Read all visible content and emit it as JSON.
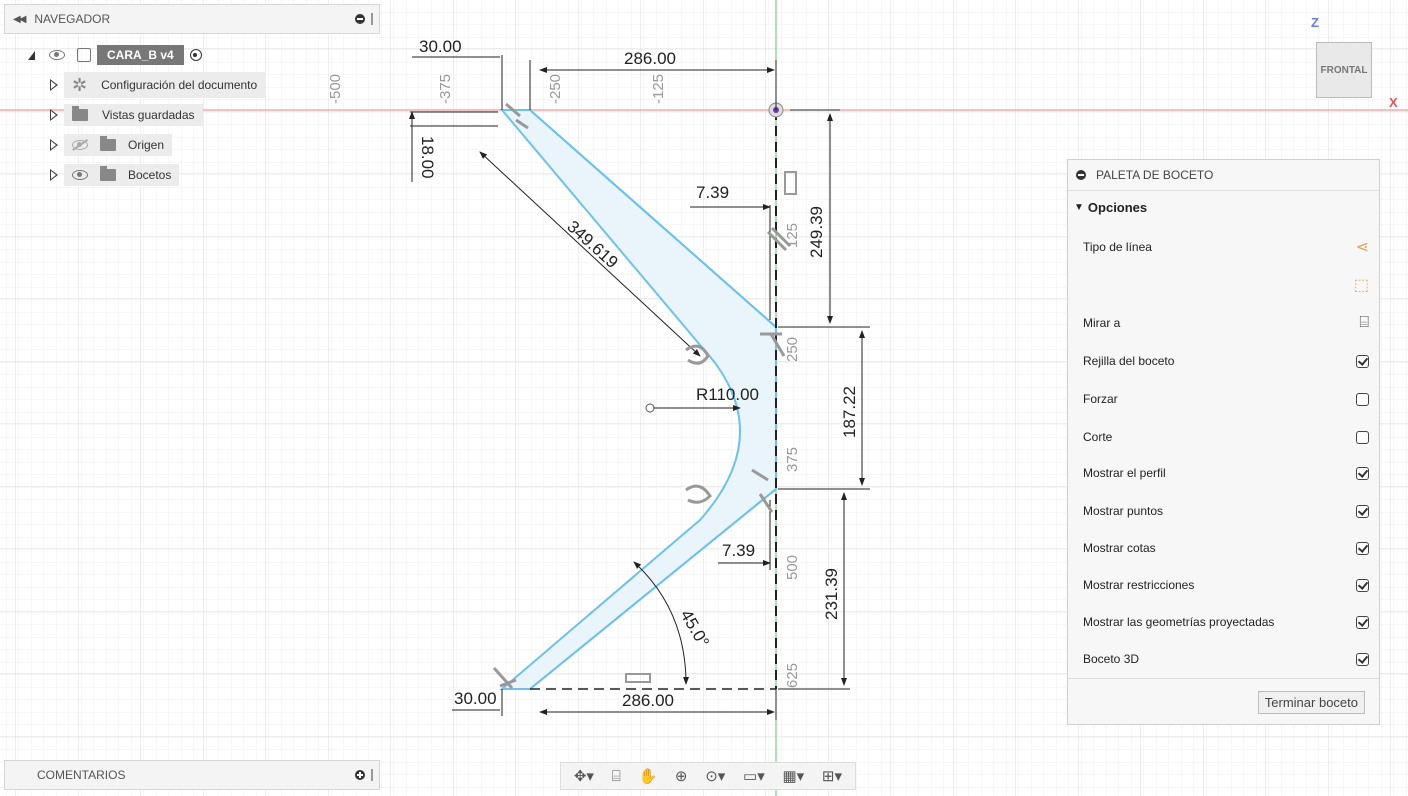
{
  "navigator": {
    "title": "NAVEGADOR",
    "component": "CARA_B v4",
    "items": [
      {
        "label": "Configuración del documento"
      },
      {
        "label": "Vistas guardadas"
      },
      {
        "label": "Origen"
      },
      {
        "label": "Bocetos"
      }
    ]
  },
  "comments": {
    "title": "COMENTARIOS"
  },
  "palette": {
    "title": "PALETA DE BOCETO",
    "section": "Opciones",
    "rows": [
      {
        "label": "Tipo de línea",
        "control": "linetype-icon"
      },
      {
        "label": "",
        "control": "construction-icon"
      },
      {
        "label": "Mirar a",
        "control": "look-at-icon"
      },
      {
        "label": "Rejilla del boceto",
        "checked": true
      },
      {
        "label": "Forzar",
        "checked": false
      },
      {
        "label": "Corte",
        "checked": false
      },
      {
        "label": "Mostrar el perfil",
        "checked": true
      },
      {
        "label": "Mostrar puntos",
        "checked": true
      },
      {
        "label": "Mostrar cotas",
        "checked": true
      },
      {
        "label": "Mostrar restricciones",
        "checked": true
      },
      {
        "label": "Mostrar las geometrías proyectadas",
        "checked": true
      },
      {
        "label": "Boceto 3D",
        "checked": true
      }
    ],
    "finish_button": "Terminar boceto"
  },
  "viewcube": {
    "face": "FRONTAL",
    "axis_z": "Z",
    "axis_x": "X"
  },
  "dimensions": {
    "top_width": "30.00",
    "top_length": "286.00",
    "top_thickness": "18.00",
    "diag_length": "349.619",
    "gap_top": "7.39",
    "vert_top": "249.39",
    "radius": "R110.00",
    "vert_mid": "187.22",
    "gap_bottom": "7.39",
    "vert_bottom": "231.39",
    "angle": "45.0°",
    "bottom_width": "30.00",
    "bottom_length": "286.00"
  },
  "grid_labels": {
    "h": [
      "-500",
      "-375",
      "-250",
      "-125"
    ],
    "v": [
      "125",
      "250",
      "375",
      "500",
      "625"
    ]
  },
  "toolbar": {
    "items": [
      "orbit-icon",
      "look-at-icon",
      "pan-icon",
      "zoom-icon",
      "fit-icon",
      "display-icon",
      "grid-icon",
      "viewports-icon"
    ]
  },
  "colors": {
    "sketch": "#6fc1ea",
    "fill": "#e7f3fb",
    "axis_x": "#e46a6a",
    "axis_y": "#4ec04e",
    "grid": "#e2e2e2"
  }
}
